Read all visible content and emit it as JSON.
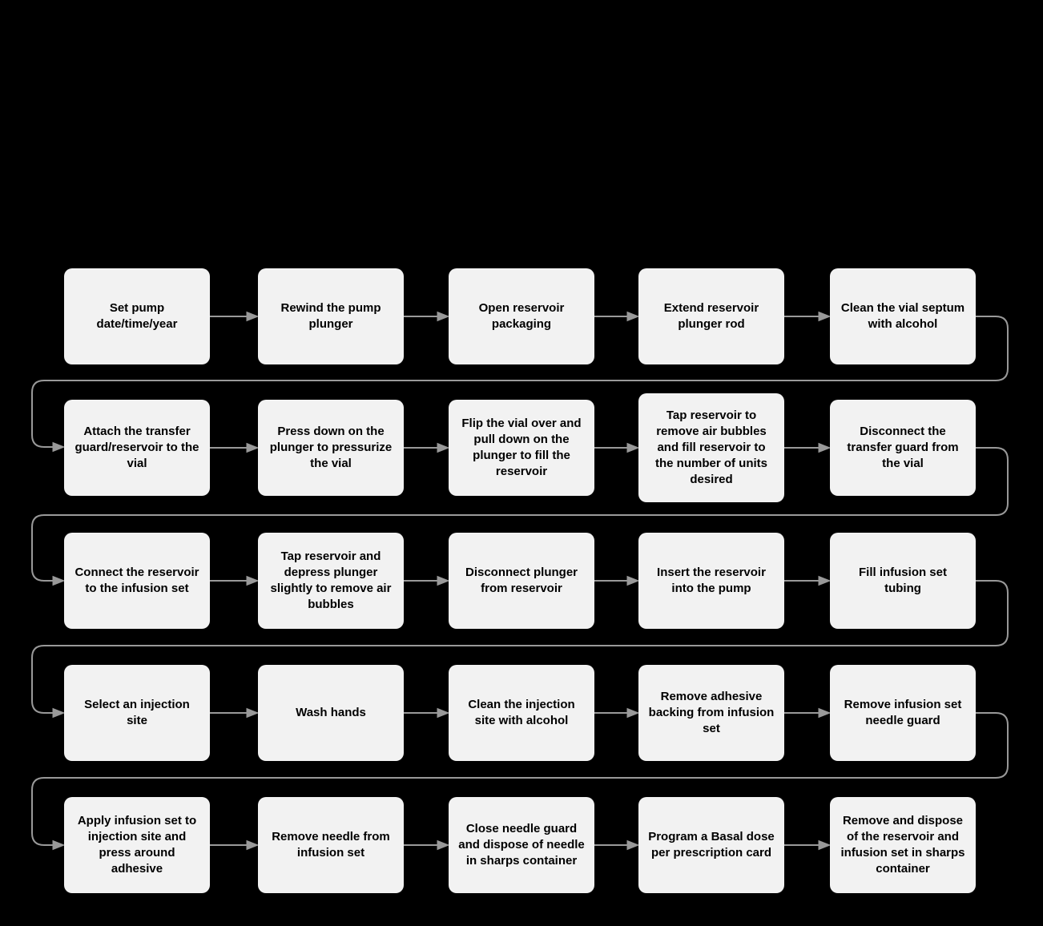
{
  "diagram": {
    "title": "",
    "colors": {
      "background": "#000000",
      "box-fill": "#f2f2f2",
      "text": "#000000",
      "connector": "#999999"
    },
    "rows": [
      [
        "Set pump date/time/year",
        "Rewind the pump plunger",
        "Open reservoir packaging",
        "Extend reservoir plunger rod",
        "Clean the vial septum with alcohol"
      ],
      [
        "Attach the transfer guard/reservoir to the vial",
        "Press down on the plunger to pressurize the vial",
        "Flip the vial over and pull down on the plunger to fill the reservoir",
        "Tap reservoir to remove air bubbles and fill reservoir to the number of units desired",
        "Disconnect the transfer guard from the vial"
      ],
      [
        "Connect the reservoir to the infusion set",
        "Tap reservoir and depress plunger slightly to remove air bubbles",
        "Disconnect plunger from reservoir",
        "Insert the reservoir into the pump",
        "Fill infusion set tubing"
      ],
      [
        "Select an injection site",
        "Wash hands",
        "Clean the injection site with alcohol",
        "Remove adhesive backing from infusion set",
        "Remove infusion set needle guard"
      ],
      [
        "Apply infusion set to injection site and press around adhesive",
        "Remove needle from infusion set",
        "Close needle guard and dispose of needle in sharps container",
        "Program a Basal dose per prescription card",
        "Remove and dispose of the reservoir and infusion set in sharps container"
      ]
    ]
  }
}
